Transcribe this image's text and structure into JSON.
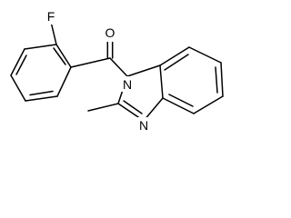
{
  "structure": {
    "atom_labels": {
      "fluorine": "F",
      "oxygen": "O",
      "nitrogen_1": "N",
      "nitrogen_3": "N"
    }
  }
}
